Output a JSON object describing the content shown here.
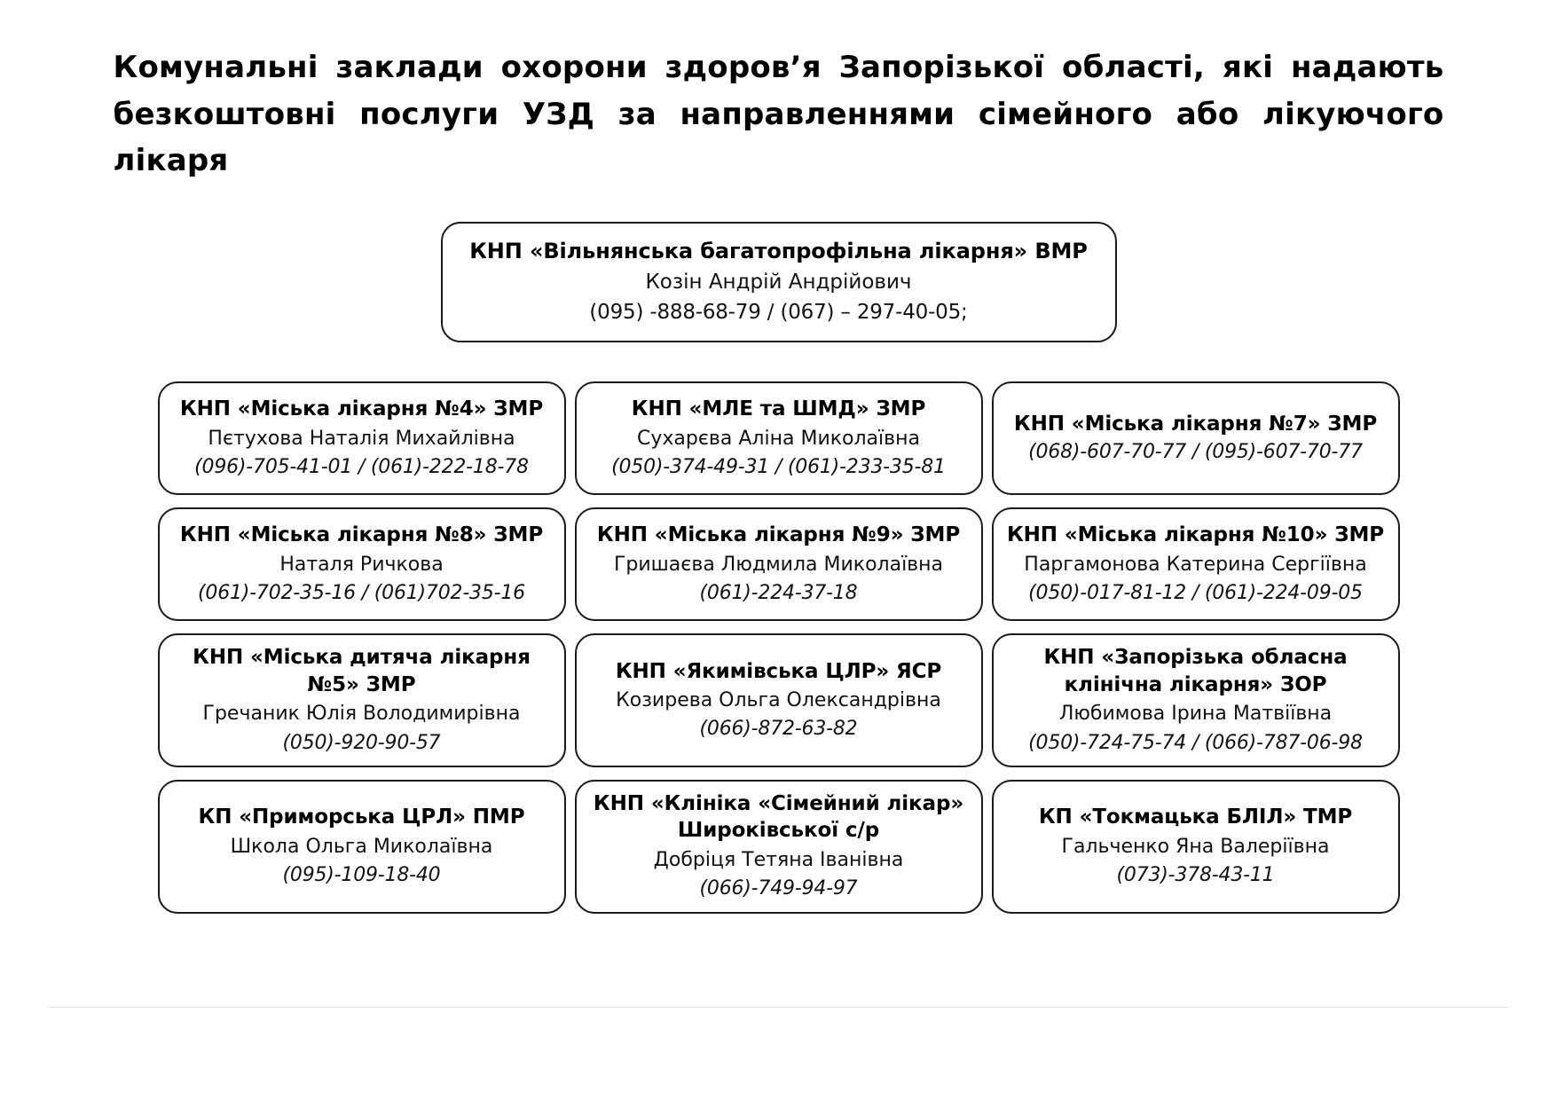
{
  "document": {
    "title_lines": [
      "Комунальні заклади охорони здоров’я Запорізької області, які надають",
      "безкоштовні послуги УЗД за направленнями сімейного або лікуючого лікаря"
    ]
  },
  "featured_card": {
    "name": "КНП «Вільнянська багатопрофільна лікарня» ВМР",
    "contact_person": "Козін  Андрій  Андрійович",
    "phones": "(095) -888-68-79 / (067) – 297-40-05;"
  },
  "cards": [
    {
      "name": "КНП «Міська лікарня №4» ЗМР",
      "contact_person": "Пєтухова Наталія Михайлівна",
      "phones": "(096)-705-41-01 / (061)-222-18-78"
    },
    {
      "name": "КНП «МЛЕ та ШМД» ЗМР",
      "contact_person": "Сухарєва Аліна Миколаївна",
      "phones": "(050)-374-49-31 / (061)-233-35-81"
    },
    {
      "name": "КНП «Міська лікарня №7» ЗМР",
      "contact_person": "",
      "phones": "(068)-607-70-77 / (095)-607-70-77"
    },
    {
      "name": "КНП «Міська лікарня №8» ЗМР",
      "contact_person": "Наталя Ричкова",
      "phones": "(061)-702-35-16 / (061)702-35-16"
    },
    {
      "name": "КНП «Міська лікарня №9» ЗМР",
      "contact_person": "Гришаєва Людмила Миколаївна",
      "phones": "(061)-224-37-18"
    },
    {
      "name": "КНП «Міська лікарня №10» ЗМР",
      "contact_person": "Паргамонова Катерина Сергіївна",
      "phones": "(050)-017-81-12 / (061)-224-09-05"
    },
    {
      "name": "КНП «Міська дитяча лікарня №5» ЗМР",
      "contact_person": "Гречаник Юлія Володимирівна",
      "phones": "(050)-920-90-57"
    },
    {
      "name": "КНП «Якимівська ЦЛР» ЯСР",
      "contact_person": "Козирева Ольга Олександрівна",
      "phones": "(066)-872-63-82"
    },
    {
      "name": "КНП «Запорізька обласна клінічна лікарня» ЗОР",
      "contact_person": "Любимова Ірина Матвіївна",
      "phones": "(050)-724-75-74 / (066)-787-06-98"
    },
    {
      "name": "КП «Приморська ЦРЛ» ПМР",
      "contact_person": "Школа Ольга Миколаївна",
      "phones": "(095)-109-18-40"
    },
    {
      "name": "КНП «Клініка «Сімейний лікар» Широківської с/р",
      "contact_person": "Добріця Тетяна Іванівна",
      "phones": "(066)-749-94-97"
    },
    {
      "name": "КП «Токмацька БЛІЛ» ТМР",
      "contact_person": "Гальченко Яна Валеріївна",
      "phones": "(073)-378-43-11"
    }
  ]
}
